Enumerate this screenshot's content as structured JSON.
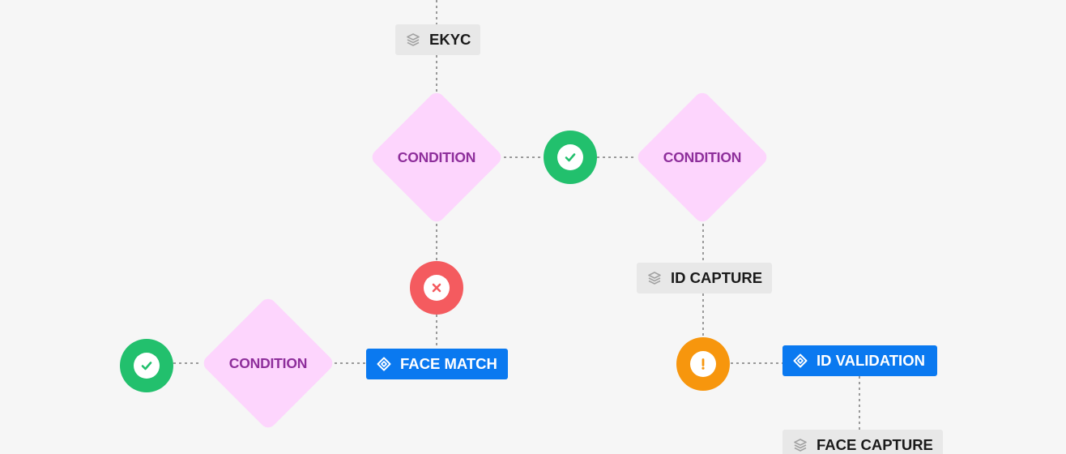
{
  "colors": {
    "background": "#f6f6f6",
    "connector": "#9a9a9a",
    "condition_fill": "#fdd5fd",
    "condition_text": "#8e2e9b",
    "stage_fill": "#e8e8e8",
    "action_fill": "#0a79f0",
    "success": "#22c06d",
    "failure": "#f45b5f",
    "warning": "#f7960d"
  },
  "nodes": {
    "ekyc": {
      "label": "EKYC",
      "icon": "layers-icon"
    },
    "condition_top": {
      "label": "CONDITION"
    },
    "condition_right": {
      "label": "CONDITION"
    },
    "condition_left": {
      "label": "CONDITION"
    },
    "id_capture": {
      "label": "ID CAPTURE",
      "icon": "layers-icon"
    },
    "face_match": {
      "label": "FACE MATCH",
      "icon": "workflow-icon"
    },
    "id_validation": {
      "label": "ID VALIDATION",
      "icon": "workflow-icon"
    },
    "face_capture": {
      "label": "FACE CAPTURE",
      "icon": "layers-icon"
    },
    "status_success_top": {
      "icon": "check-icon"
    },
    "status_failure": {
      "icon": "close-icon"
    },
    "status_success_left": {
      "icon": "check-icon"
    },
    "status_warning": {
      "icon": "exclamation-icon"
    }
  }
}
